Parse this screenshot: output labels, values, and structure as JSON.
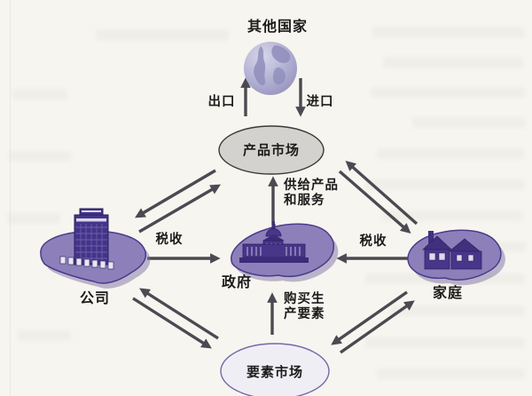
{
  "diagram": {
    "title": "其他国家",
    "markets": {
      "product": {
        "label": "产品市场"
      },
      "factor": {
        "label": "要素市场"
      }
    },
    "actors": {
      "company": {
        "label": "公司",
        "icon": "office-building-icon"
      },
      "government": {
        "label": "政府",
        "icon": "capitol-building-icon"
      },
      "household": {
        "label": "家庭",
        "icon": "house-icon"
      }
    },
    "flow_labels": {
      "export": "出口",
      "import": "进口",
      "tax_from_company": "税收",
      "tax_from_household": "税收",
      "supply_products": [
        "供给产品",
        "和服务"
      ],
      "buy_factors": [
        "购买生",
        "产要素"
      ]
    },
    "icons": [
      "globe-icon",
      "office-building-icon",
      "capitol-building-icon",
      "house-icon"
    ],
    "colors": {
      "paper": "#f7f5ef",
      "blob": "#8d80ba",
      "blob_outline": "#4a3a8c",
      "blob_shadow": "#7e74a6",
      "building": "#443289",
      "building_dark": "#3b2c77",
      "building_detail": "#d9d7ea",
      "arrow": "#4b4a52",
      "product_market_fill": "#d4d2ce",
      "product_market_outline": "#3a3a3a",
      "factor_market_fill": "#f0eef5",
      "factor_market_outline": "#7668a8",
      "globe": "#a9a7cd",
      "text": "#1b1b1b"
    }
  }
}
